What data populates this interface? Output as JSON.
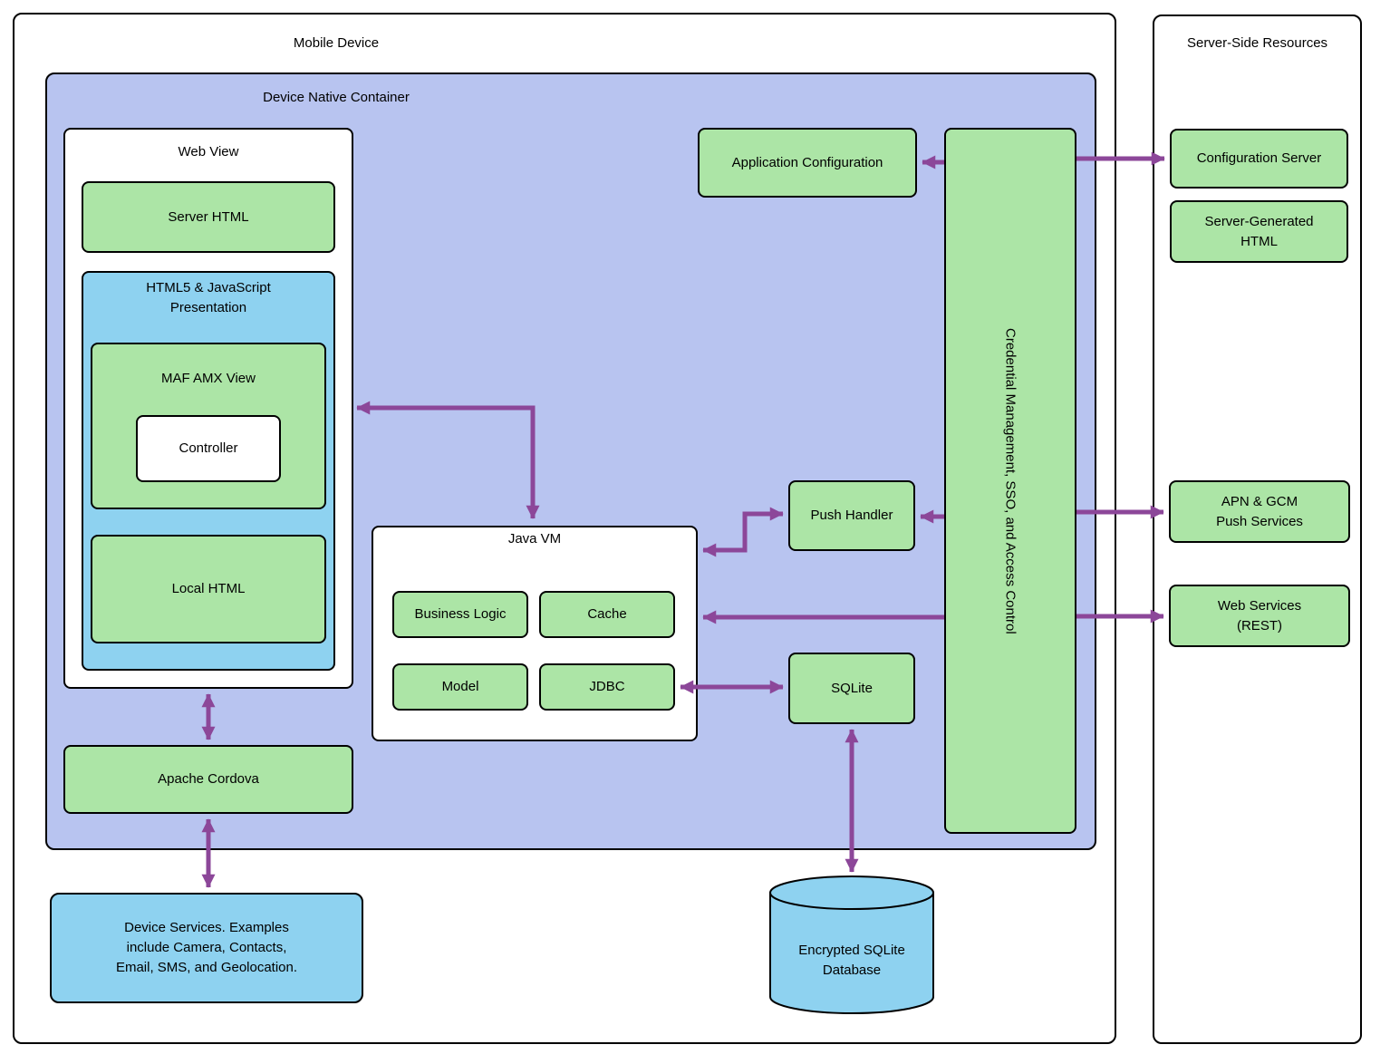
{
  "colors": {
    "container_fill": "#b8c4f0",
    "component_fill": "#ace5a6",
    "html_fill": "#8ed2f0",
    "arrow": "#8c4799",
    "border": "#000000"
  },
  "mobile_device": {
    "title": "Mobile Device",
    "device_native_container": {
      "title": "Device Native Container",
      "web_view": {
        "title": "Web View",
        "server_html": "Server HTML",
        "html5_presentation": {
          "title": "HTML5 & JavaScript\nPresentation",
          "maf_amx_view": {
            "title": "MAF AMX View",
            "controller": "Controller"
          },
          "local_html": "Local HTML"
        }
      },
      "java_vm": {
        "title": "Java VM",
        "business_logic": "Business Logic",
        "cache": "Cache",
        "model": "Model",
        "jdbc": "JDBC"
      },
      "application_configuration": "Application Configuration",
      "push_handler": "Push Handler",
      "sqlite": "SQLite",
      "credential_management": "Credential Management, SSO, and Access Control",
      "apache_cordova": "Apache Cordova"
    },
    "device_services": "Device Services. Examples\ninclude Camera, Contacts,\nEmail, SMS, and Geolocation.",
    "encrypted_sqlite_database": "Encrypted SQLite\nDatabase"
  },
  "server_side": {
    "title": "Server-Side Resources",
    "configuration_server": "Configuration Server",
    "server_generated_html": "Server-Generated\nHTML",
    "apn_gcm_push_services": "APN & GCM\nPush Services",
    "web_services_rest": "Web Services\n(REST)"
  }
}
